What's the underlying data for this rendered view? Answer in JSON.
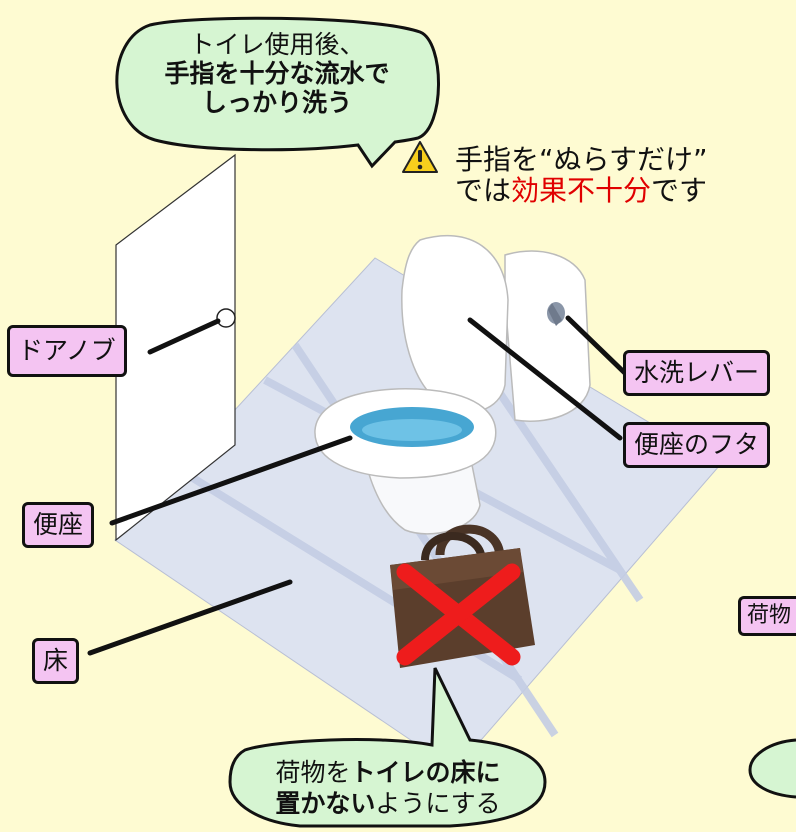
{
  "bubble_top": {
    "line1": "トイレ使用後、",
    "line2": "手指を十分な流水で",
    "line3": "しっかり洗う"
  },
  "warning": {
    "line1": "手指を“ぬらすだけ”",
    "line2_prefix": "では",
    "line2_red": "効果不十分",
    "line2_suffix": "です"
  },
  "labels": {
    "door_knob": "ドアノブ",
    "flush_lever": "水洗レバー",
    "lid": "便座のフタ",
    "seat": "便座",
    "floor": "床",
    "luggage_cut": "荷物"
  },
  "bubble_bottom": {
    "part1": "荷物を",
    "part2_bold": "トイレの床に",
    "part3_bold": "置かない",
    "part4": "ようにする"
  },
  "colors": {
    "background": "#fefbd2",
    "bubble_fill": "#d6f5d2",
    "label_fill": "#f4c4f2",
    "warning_red": "#e00000",
    "cross_red": "#ee1c1c"
  },
  "icons": [
    "warning-icon",
    "toilet-illustration",
    "bag-illustration",
    "cross-mark"
  ]
}
